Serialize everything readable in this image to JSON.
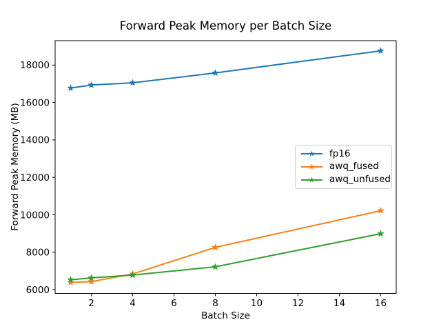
{
  "chart_data": {
    "type": "line",
    "title": "Forward Peak Memory per Batch Size",
    "xlabel": "Batch Size",
    "ylabel": "Forward Peak Memory (MB)",
    "x": [
      1,
      2,
      4,
      8,
      16
    ],
    "series": [
      {
        "name": "fp16",
        "color": "#1f77b4",
        "marker": "star",
        "values": [
          16770,
          16930,
          17050,
          17580,
          18760
        ]
      },
      {
        "name": "awq_fused",
        "color": "#ff7f0e",
        "marker": "star",
        "values": [
          6390,
          6430,
          6840,
          8260,
          10220
        ]
      },
      {
        "name": "awq_unfused",
        "color": "#2ca02c",
        "marker": "star",
        "values": [
          6530,
          6630,
          6780,
          7220,
          8990
        ]
      }
    ],
    "xticks": [
      2,
      4,
      6,
      8,
      10,
      12,
      14,
      16
    ],
    "yticks": [
      6000,
      8000,
      10000,
      12000,
      14000,
      16000,
      18000
    ],
    "xlim": [
      0.25,
      16.75
    ],
    "ylim": [
      5800,
      19300
    ],
    "grid": false,
    "legend": {
      "position": "center-right",
      "entries": [
        "fp16",
        "awq_fused",
        "awq_unfused"
      ]
    },
    "background_color": "#ffffff",
    "text_color": "#000000",
    "spine_color": "#000000"
  }
}
